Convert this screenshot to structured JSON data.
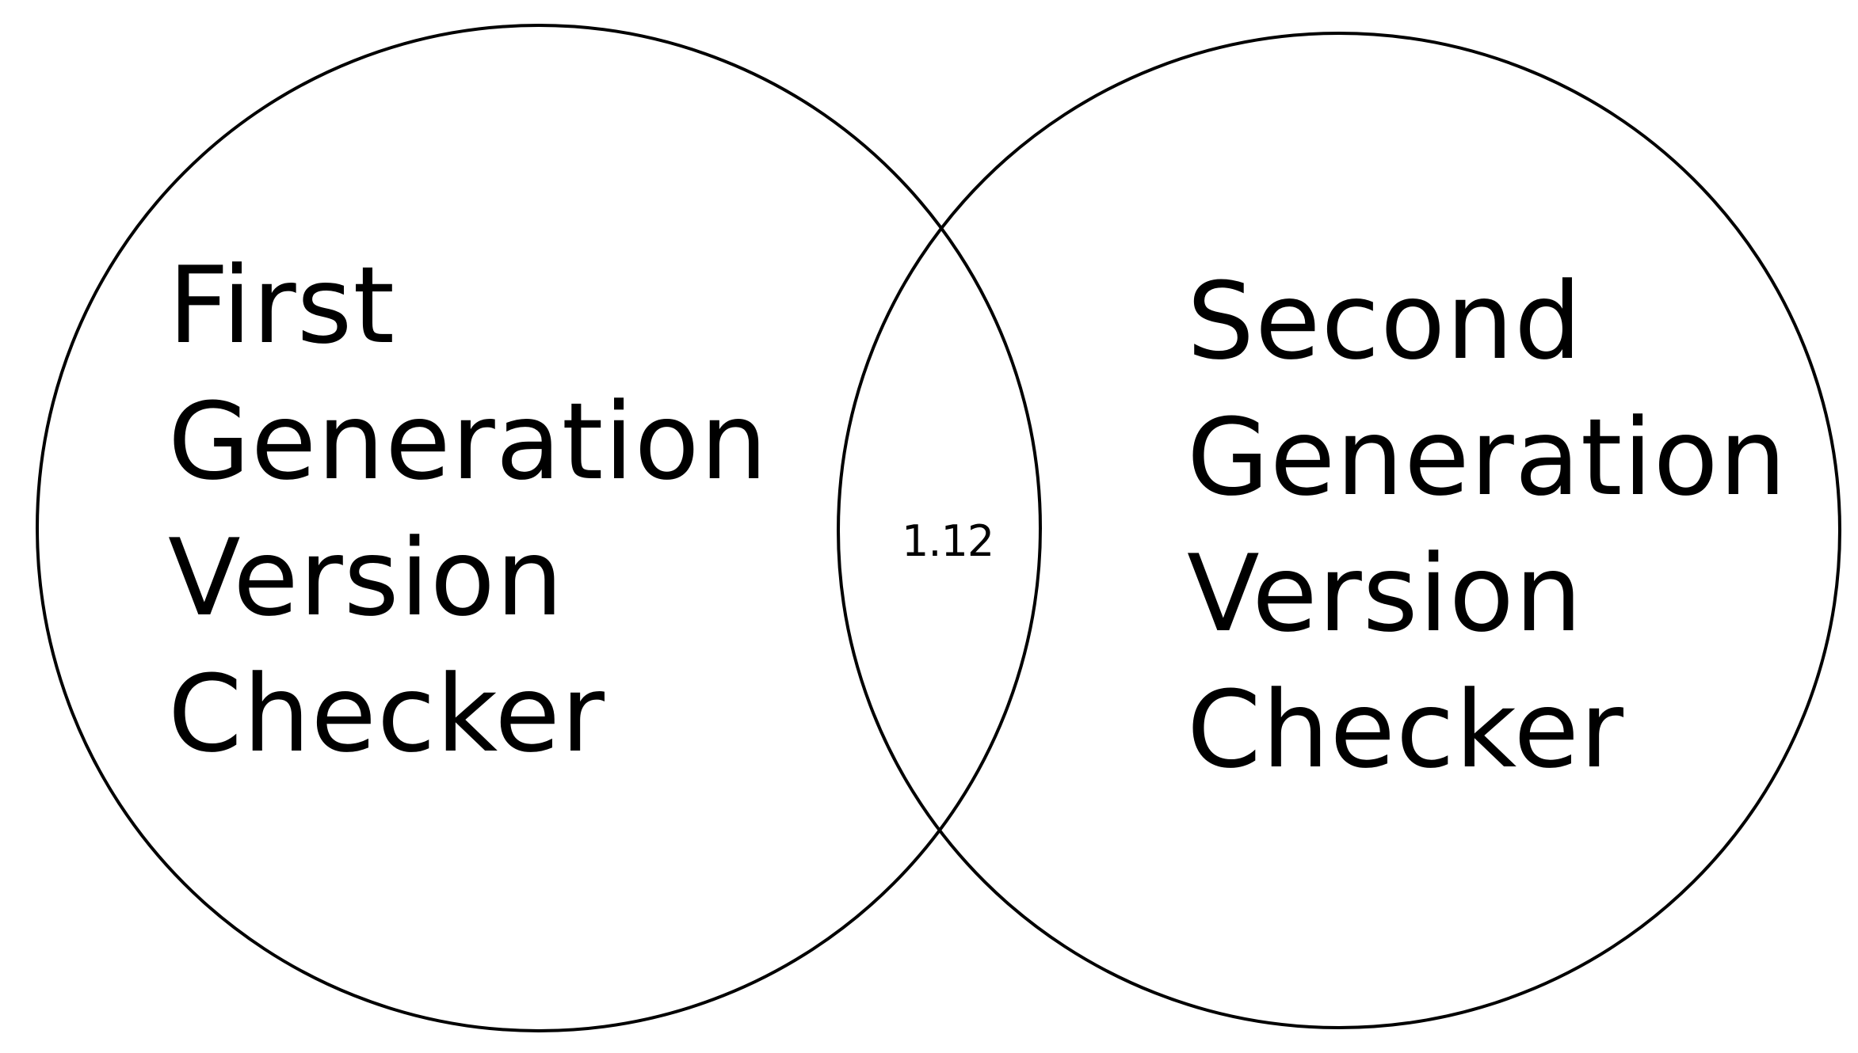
{
  "diagram": {
    "type": "venn",
    "sets": [
      {
        "id": "left",
        "lines": [
          "First",
          "Generation",
          "Version",
          "Checker"
        ]
      },
      {
        "id": "right",
        "lines": [
          "Second",
          "Generation",
          "Version",
          "Checker"
        ]
      }
    ],
    "intersection": {
      "text": "1.12"
    },
    "colors": {
      "stroke": "#000000",
      "background": "#ffffff",
      "text": "#000000"
    }
  }
}
